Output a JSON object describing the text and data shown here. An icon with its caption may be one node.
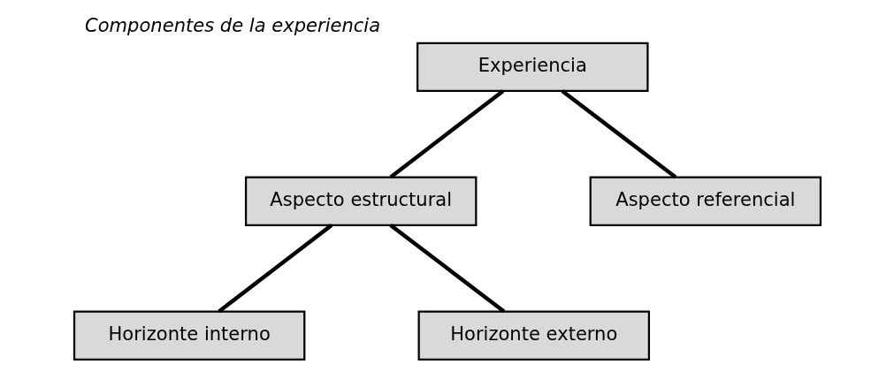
{
  "diagram": {
    "title": "Componentes de la experiencia",
    "nodes": [
      {
        "text": [
          "Experiencia"
        ]
      },
      {
        "text": [
          "Aspecto estructural"
        ]
      },
      {
        "text": [
          "Aspecto referencial"
        ]
      },
      {
        "text": [
          "Horizonte interno"
        ]
      },
      {
        "text": [
          "Horizonte externo"
        ]
      }
    ],
    "edges": [
      {
        "from": 0,
        "to": 1,
        "arrow": "none"
      },
      {
        "from": 0,
        "to": 2,
        "arrow": "none"
      },
      {
        "from": 1,
        "to": 3,
        "arrow": "none"
      },
      {
        "from": 1,
        "to": 4,
        "arrow": "none"
      }
    ]
  }
}
